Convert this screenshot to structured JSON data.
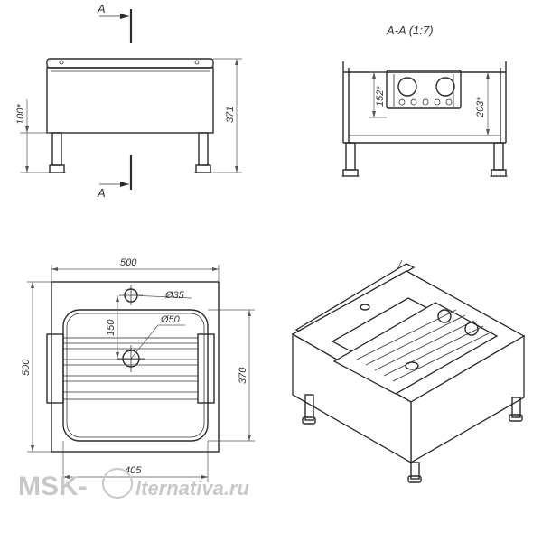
{
  "section_marks": {
    "top": "A",
    "bottom": "A"
  },
  "section_title": "A-A (1:7)",
  "front_view": {
    "dim_leg_height": "100*",
    "dim_total_height": "371"
  },
  "section_view": {
    "dim_hole_height": "152*",
    "dim_inner_height": "203*"
  },
  "plan_view": {
    "dim_width": "500",
    "dim_depth": "500",
    "dim_hole_small": "Ø35",
    "dim_hole_drain": "Ø50",
    "dim_offset": "150",
    "dim_bowl_depth": "370",
    "dim_bowl_width": "405"
  },
  "watermark": {
    "left": "MSK-",
    "right": "lternativa.ru",
    "color": "#c8c8c8"
  }
}
